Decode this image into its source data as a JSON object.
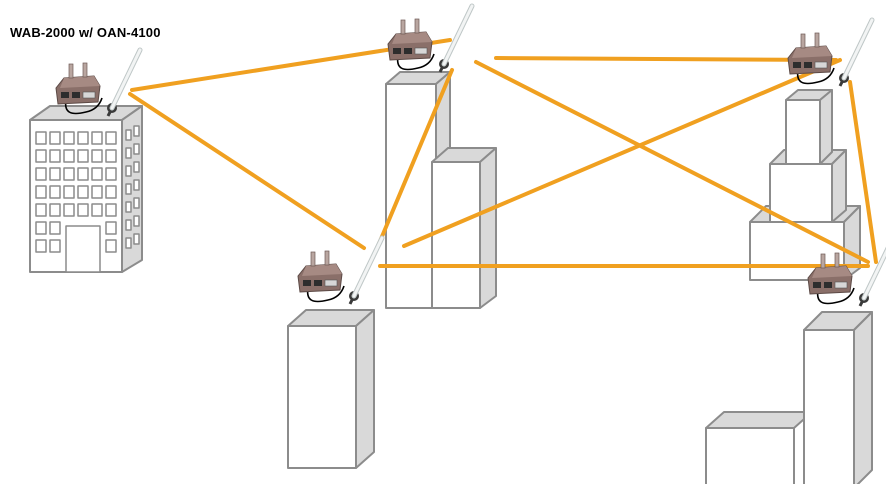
{
  "title": "WAB-2000 w/ OAN-4100",
  "colors": {
    "link": "#F0A020",
    "building_outline": "#8C8C8C",
    "building_face": "#FFFFFF",
    "building_side": "#D9D9D9",
    "window_fill": "#FFFFFF",
    "device_body": "#8A6F69",
    "antenna": "#E8ECEC",
    "cable": "#000000"
  },
  "nodes": [
    {
      "id": "node-office",
      "device": "wireless-bridge-icon",
      "antenna": "omni-antenna-icon"
    },
    {
      "id": "node-tower-top-center",
      "device": "wireless-bridge-icon",
      "antenna": "omni-antenna-icon"
    },
    {
      "id": "node-tower-top-right",
      "device": "wireless-bridge-icon",
      "antenna": "omni-antenna-icon"
    },
    {
      "id": "node-block-center",
      "device": "wireless-bridge-icon",
      "antenna": "omni-antenna-icon"
    },
    {
      "id": "node-tower-lower-right",
      "device": "wireless-bridge-icon",
      "antenna": "omni-antenna-icon"
    }
  ],
  "links": [
    [
      "node-office",
      "node-tower-top-center"
    ],
    [
      "node-office",
      "node-block-center"
    ],
    [
      "node-tower-top-center",
      "node-tower-top-right"
    ],
    [
      "node-tower-top-center",
      "node-block-center"
    ],
    [
      "node-tower-top-center",
      "node-tower-lower-right"
    ],
    [
      "node-tower-top-right",
      "node-block-center"
    ],
    [
      "node-tower-top-right",
      "node-tower-lower-right"
    ],
    [
      "node-block-center",
      "node-tower-lower-right"
    ]
  ]
}
